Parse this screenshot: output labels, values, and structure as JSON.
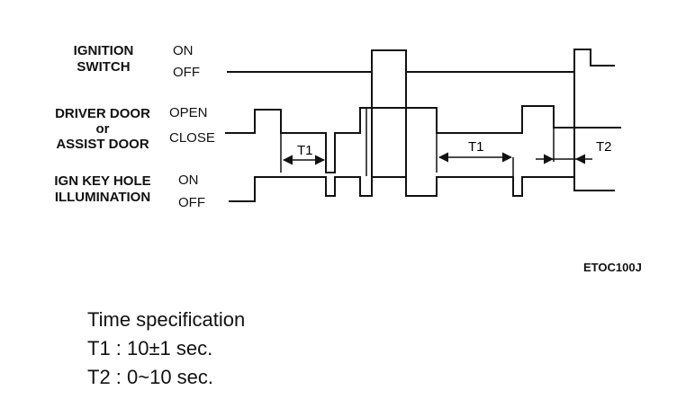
{
  "signals": {
    "ignition": {
      "name_line1": "IGNITION",
      "name_line2": "SWITCH",
      "state_high": "ON",
      "state_low": "OFF"
    },
    "door": {
      "name_line1": "DRIVER DOOR",
      "name_line2": "or",
      "name_line3": "ASSIST DOOR",
      "state_high": "OPEN",
      "state_low": "CLOSE"
    },
    "illumination": {
      "name_line1": "IGN KEY HOLE",
      "name_line2": "ILLUMINATION",
      "state_high": "ON",
      "state_low": "OFF"
    }
  },
  "intervals": {
    "t1_first": "T1",
    "t1_second": "T1",
    "t2": "T2"
  },
  "figure_code": "ETOC100J",
  "spec": {
    "title": "Time specification",
    "t1": "T1 :  10±1 sec.",
    "t2": "T2 :  0~10 sec."
  }
}
